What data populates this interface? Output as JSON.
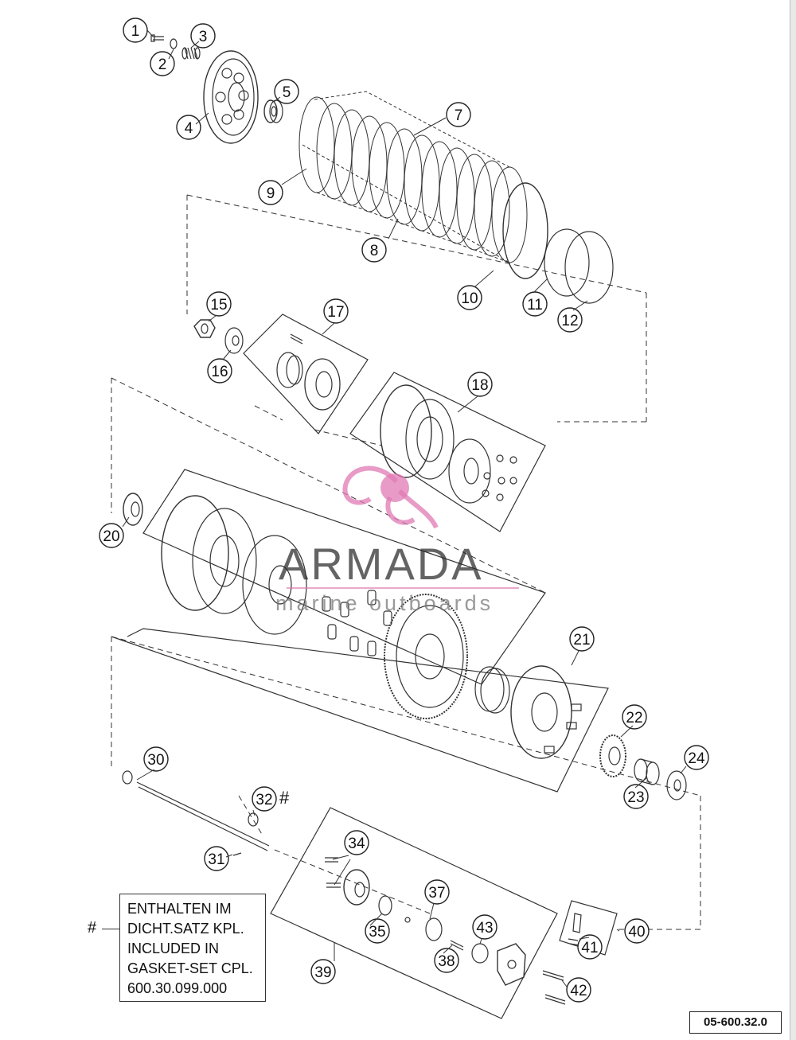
{
  "callouts": [
    "1",
    "2",
    "3",
    "4",
    "5",
    "7",
    "9",
    "8",
    "10",
    "11",
    "12",
    "15",
    "16",
    "17",
    "18",
    "20",
    "21",
    "22",
    "23",
    "24",
    "30",
    "32",
    "31",
    "34",
    "35",
    "37",
    "38",
    "43",
    "39",
    "40",
    "41",
    "42"
  ],
  "markers": {
    "gasket_hash": "#",
    "part32_hash": "#"
  },
  "note_box": {
    "lines": [
      "ENTHALTEN IM",
      "DICHT.SATZ KPL.",
      "INCLUDED IN",
      "GASKET-SET CPL.",
      "600.30.099.000"
    ]
  },
  "drawing_number": "05-600.32.0",
  "watermark": {
    "brand": "ARMADA",
    "tagline": "marine outboards",
    "logo": "armada-propeller-logo"
  },
  "colors": {
    "line": "#333333",
    "watermark_pink": "#e07ab4",
    "watermark_text": "#444444"
  }
}
